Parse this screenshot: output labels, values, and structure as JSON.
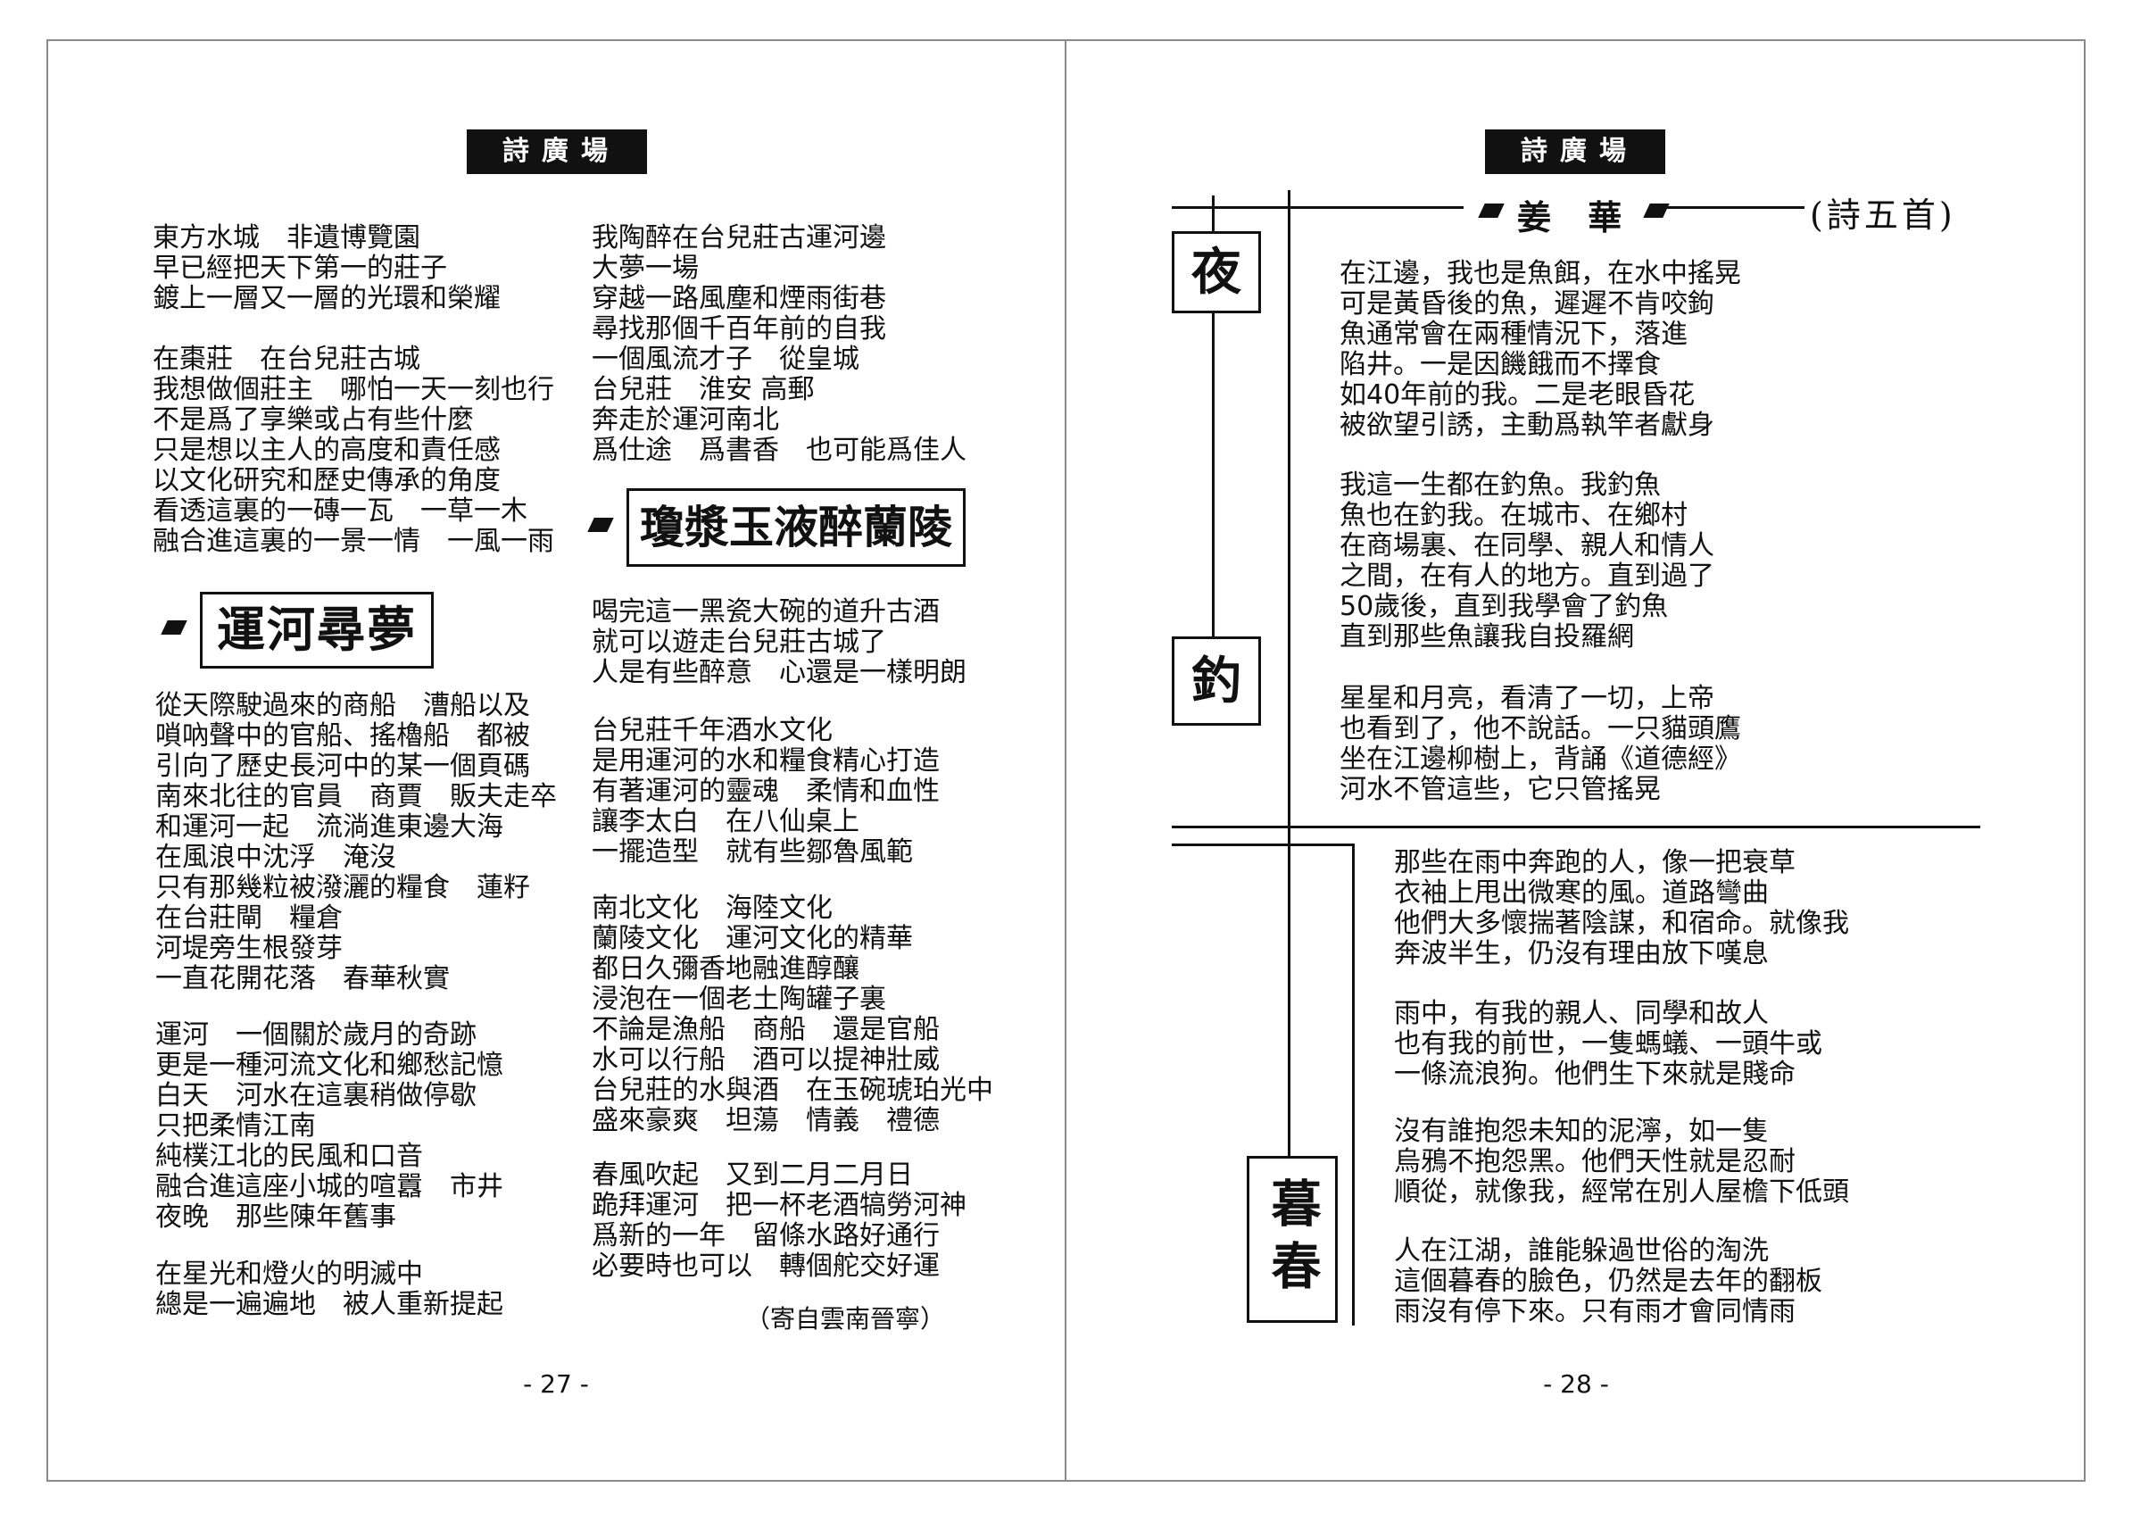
{
  "section_header": "詩廣場",
  "left_page": {
    "page_number": "- 27 -",
    "col1": [
      [
        "東方水城　非遺博覽園",
        "早已經把天下第一的莊子",
        "鍍上一層又一層的光環和榮耀"
      ],
      [
        "在棗莊　在台兒莊古城",
        "我想做個莊主　哪怕一天一刻也行",
        "不是爲了享樂或占有些什麼",
        "只是想以主人的高度和責任感",
        "以文化研究和歷史傳承的角度",
        "看透這裏的一磚一瓦　一草一木",
        "融合進這裏的一景一情　一風一雨"
      ],
      [
        "從天際駛過來的商船　漕船以及",
        "嗩吶聲中的官船、搖櫓船　都被",
        "引向了歷史長河中的某一個頁碼",
        "南來北往的官員　商賈　販夫走卒",
        "和運河一起　流淌進東邊大海",
        "在風浪中沈浮　淹沒",
        "只有那幾粒被潑灑的糧食　蓮籽",
        "在台莊閘　糧倉",
        "河堤旁生根發芽",
        "一直花開花落　春華秋實"
      ],
      [
        "運河　一個關於歲月的奇跡",
        "更是一種河流文化和鄉愁記憶",
        "白天　河水在這裏稍做停歇",
        "只把柔情江南",
        "純樸江北的民風和口音",
        "融合進這座小城的喧囂　市井",
        "夜晚　那些陳年舊事"
      ],
      [
        "在星光和燈火的明滅中",
        "總是一遍遍地　被人重新提起"
      ]
    ],
    "title1": "運河尋夢",
    "col2": [
      [
        "我陶醉在台兒莊古運河邊",
        "大夢一場",
        "穿越一路風塵和煙雨街巷",
        "尋找那個千百年前的自我",
        "一個風流才子　從皇城",
        "台兒莊　淮安 高郵",
        "奔走於運河南北",
        "爲仕途　爲書香　也可能爲佳人"
      ],
      [
        "喝完這一黑瓷大碗的道升古酒",
        "就可以遊走台兒莊古城了",
        "人是有些醉意　心還是一樣明朗"
      ],
      [
        "台兒莊千年酒水文化",
        "是用運河的水和糧食精心打造",
        "有著運河的靈魂　柔情和血性",
        "讓李太白　在八仙桌上",
        "一擺造型　就有些鄒魯風範"
      ],
      [
        "南北文化　海陸文化",
        "蘭陵文化　運河文化的精華",
        "都日久彌香地融進醇釀",
        "浸泡在一個老土陶罐子裏",
        "不論是漁船　商船　還是官船",
        "水可以行船　酒可以提神壯威",
        "台兒莊的水與酒　在玉碗琥珀光中",
        "盛來豪爽　坦蕩　情義　禮德"
      ],
      [
        "春風吹起　又到二月二月日",
        "跪拜運河　把一杯老酒犒勞河神",
        "爲新的一年　留條水路好通行",
        "必要時也可以　轉個舵交好運"
      ]
    ],
    "title2": "瓊漿玉液醉蘭陵",
    "signature": "（寄自雲南晉寧）"
  },
  "right_page": {
    "page_number": "- 28 -",
    "author": "姜 華",
    "subtitle": "(詩五首)",
    "poem_titles": [
      "夜",
      "釣",
      "暮春"
    ],
    "blocks": [
      [
        "在江邊，我也是魚餌，在水中搖晃",
        "可是黃昏後的魚，遲遲不肯咬鉤",
        "魚通常會在兩種情況下，落進",
        "陷井。一是因饑餓而不擇食",
        "如40年前的我。二是老眼昏花",
        "被欲望引誘，主動爲執竿者獻身"
      ],
      [
        "我這一生都在釣魚。我釣魚",
        "魚也在釣我。在城市、在鄉村",
        "在商場裏、在同學、親人和情人",
        "之間，在有人的地方。直到過了",
        "50歲後，直到我學會了釣魚",
        "直到那些魚讓我自投羅網"
      ],
      [
        "星星和月亮，看清了一切，上帝",
        "也看到了，他不說話。一只貓頭鷹",
        "坐在江邊柳樹上，背誦《道德經》",
        "河水不管這些，它只管搖晃"
      ],
      [
        "那些在雨中奔跑的人，像一把衰草",
        "衣袖上甩出微寒的風。道路彎曲",
        "他們大多懷揣著陰謀，和宿命。就像我",
        "奔波半生，仍沒有理由放下嘆息"
      ],
      [
        "雨中，有我的親人、同學和故人",
        "也有我的前世，一隻螞蟻、一頭牛或",
        "一條流浪狗。他們生下來就是賤命"
      ],
      [
        "沒有誰抱怨未知的泥濘，如一隻",
        "烏鴉不抱怨黑。他們天性就是忍耐",
        "順從，就像我，經常在別人屋檐下低頭"
      ],
      [
        "人在江湖，誰能躲過世俗的淘洗",
        "這個暮春的臉色，仍然是去年的翻板",
        "雨沒有停下來。只有雨才會同情雨"
      ]
    ]
  }
}
